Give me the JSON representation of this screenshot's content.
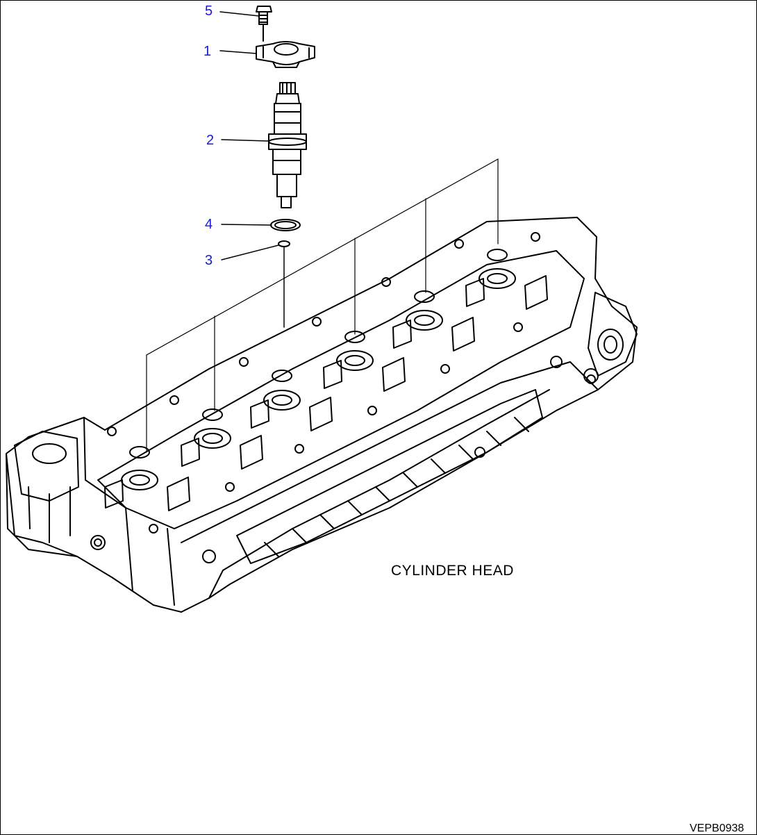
{
  "diagram": {
    "callouts": [
      {
        "id": "5",
        "label": "5"
      },
      {
        "id": "1",
        "label": "1"
      },
      {
        "id": "2",
        "label": "2"
      },
      {
        "id": "4",
        "label": "4"
      },
      {
        "id": "3",
        "label": "3"
      }
    ],
    "caption": "CYLINDER HEAD",
    "figure_code": "VEPB0938",
    "colors": {
      "line": "#000000",
      "callout": "#1a1ad8",
      "background": "#ffffff"
    }
  }
}
